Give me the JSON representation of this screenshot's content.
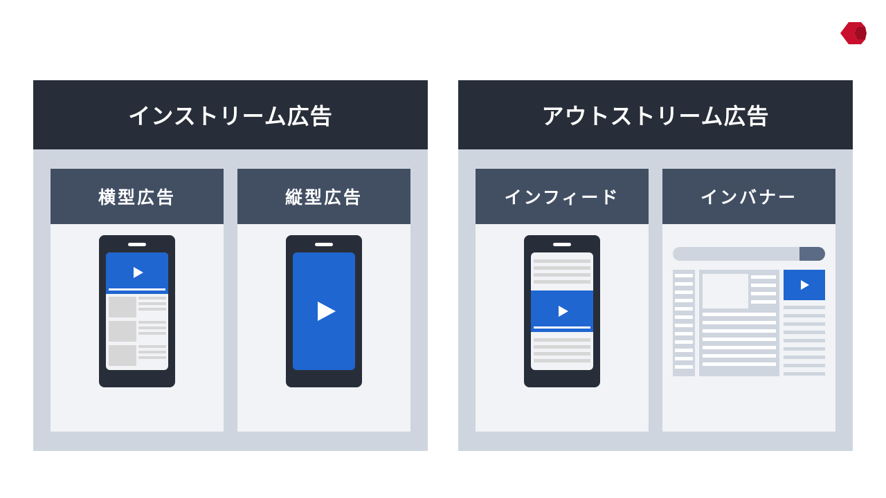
{
  "logo": {
    "icon": "brand-logo-icon",
    "color": "#c8102e"
  },
  "colors": {
    "header_dark": "#282e39",
    "card_header": "#424f63",
    "panel_bg": "#cfd5de",
    "card_bg": "#f1f3f6",
    "phone": "#282e39",
    "video_blue": "#1f66d1"
  },
  "panels": [
    {
      "title": "インストリーム広告",
      "cards": [
        {
          "title": "横型広告",
          "illustration": "phone-horizontal-video-icon"
        },
        {
          "title": "縦型広告",
          "illustration": "phone-vertical-video-icon"
        }
      ]
    },
    {
      "title": "アウトストリーム広告",
      "cards": [
        {
          "title": "インフィード",
          "illustration": "phone-infeed-video-icon"
        },
        {
          "title": "インバナー",
          "illustration": "webpage-inbanner-video-icon"
        }
      ]
    }
  ]
}
